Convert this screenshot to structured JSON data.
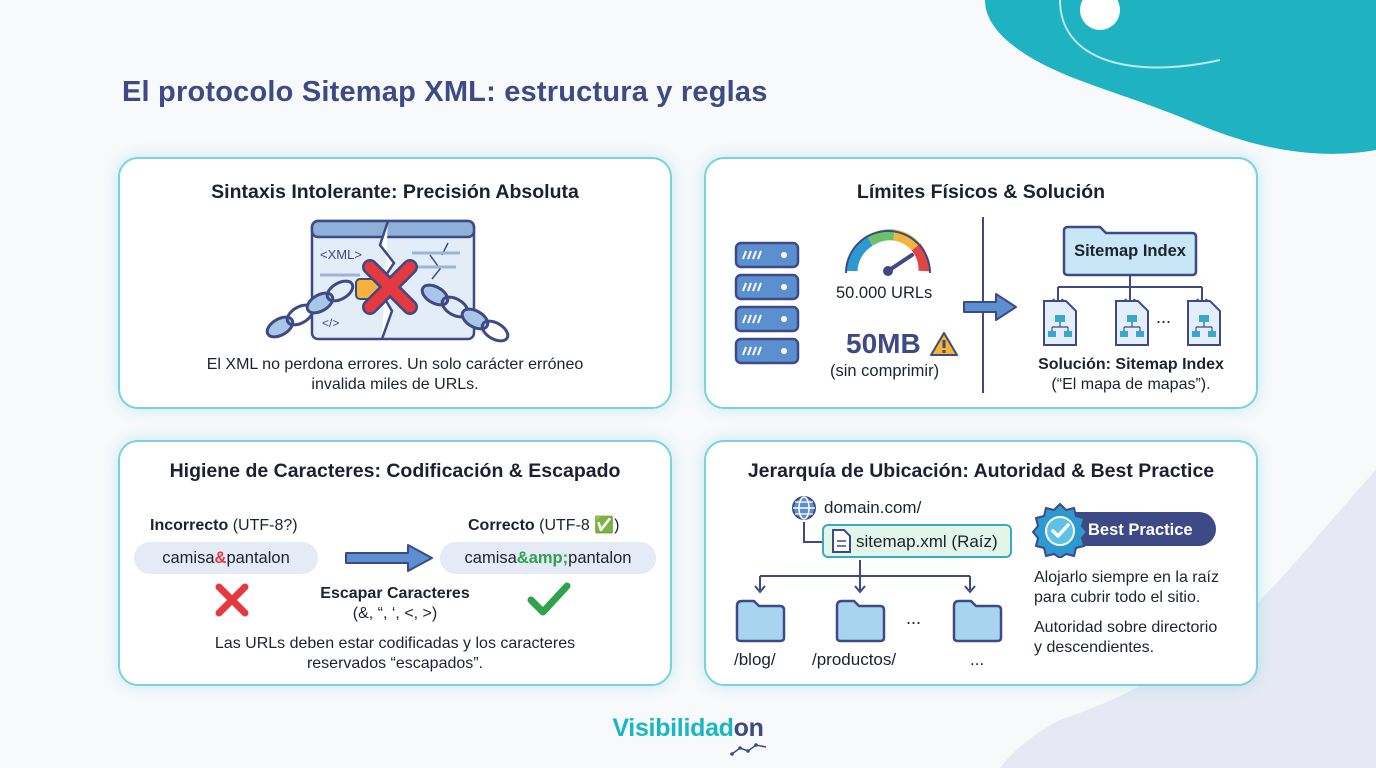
{
  "title": "El protocolo Sitemap XML: estructura y reglas",
  "colors": {
    "accent": "#18b7c4",
    "title": "#3d4a86",
    "error": "#e3393f",
    "ok": "#2ea24c",
    "card_border": "#79d3dd"
  },
  "cards": {
    "syntax": {
      "title": "Sintaxis Intolerante: Precisión Absoluta",
      "window_tag": "<XML>",
      "window_code": "</>",
      "description_line1": "El XML no perdona errores. Un solo carácter erróneo",
      "description_line2": "invalida miles de URLs.",
      "icons": [
        "browser-window-icon",
        "broken-chain-icon",
        "error-x-icon"
      ]
    },
    "limits": {
      "title": "Límites Físicos & Solución",
      "url_limit": "50.000 URLs",
      "size_limit": "50MB",
      "size_note": "(sin comprimir)",
      "index_label": "Sitemap Index",
      "dots": "...",
      "solution_bold": "Solución: Sitemap Index",
      "solution_note": "(“El mapa de mapas”).",
      "icons": [
        "server-stack-icon",
        "gauge-icon",
        "warning-icon",
        "arrow-right-icon",
        "folder-icon",
        "sitemap-file-icon"
      ]
    },
    "hygiene": {
      "title": "Higiene de Caracteres: Codificación & Escapado",
      "incorrect_label": "Incorrecto",
      "incorrect_encoding": " (UTF-8?)",
      "correct_label": "Correcto",
      "correct_encoding": " (UTF-8 ✅)",
      "bad_prefix": "camisa",
      "bad_char": "&",
      "bad_suffix": "pantalon",
      "good_prefix": "camisa",
      "good_entity": "&amp;",
      "good_suffix": "pantalon",
      "escape_title": "Escapar Caracteres",
      "escape_chars": "(&, “, ‘, <, >)",
      "note_line1": "Las URLs deben estar codificadas y los caracteres",
      "note_line2": "reservados “escapados”.",
      "icons": [
        "arrow-right-icon",
        "x-mark-icon",
        "check-mark-icon"
      ]
    },
    "hierarchy": {
      "title": "Jerarquía de Ubicación: Autoridad & Best Practice",
      "domain": "domain.com/",
      "sitemap_file": "sitemap.xml (Raíz)",
      "folders": [
        "/blog/",
        "/productos/",
        "..."
      ],
      "dots": "...",
      "badge": "Best Practice",
      "note1_line1": "Alojarlo siempre en la raíz",
      "note1_line2": "para cubrir todo el sitio.",
      "note2_line1": "Autoridad sobre directorio",
      "note2_line2": "y descendientes.",
      "icons": [
        "globe-icon",
        "file-icon",
        "folder-icon",
        "verified-badge-icon"
      ]
    }
  },
  "brand": {
    "name_part1": "Visibilidad",
    "name_part2": "on"
  }
}
